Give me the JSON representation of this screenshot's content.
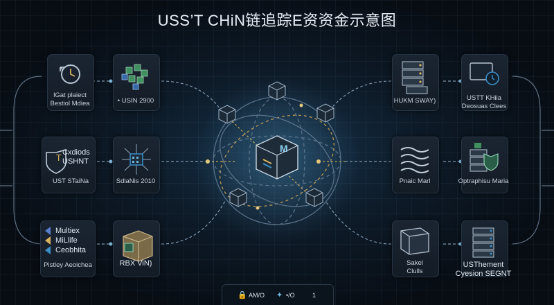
{
  "title": "USS’T CHiN链追踪E资资金示意图",
  "center": {
    "label": "M"
  },
  "left": {
    "cards": [
      {
        "lines": [
          "lGat plaiect",
          "Bestiol Mdiea"
        ],
        "icon": "refresh-clock-icon"
      },
      {
        "lines": [
          "• USIN 2900"
        ],
        "icon": "cube-cluster-icon"
      },
      {
        "lines": [
          "Cxdiods",
          "USHNT"
        ],
        "icon": "shield-icon"
      },
      {
        "lines": [
          "UST STaiNa"
        ],
        "icon": "circuit-board-icon"
      },
      {
        "lines": [
          "SdlaNis 2010"
        ],
        "icon": "network-chip-icon"
      },
      {
        "lines": [
          "Multiex",
          "MiLlife",
          "Ceobhita"
        ],
        "icon": "triangle-list-icon"
      },
      {
        "lines": [
          "Pistley Aeoichea"
        ],
        "icon": "wallet-icon"
      },
      {
        "lines": [
          "RBX ViN)"
        ],
        "icon": "package-box-icon"
      }
    ]
  },
  "right": {
    "cards": [
      {
        "lines": [
          "HUKM SWAY)"
        ],
        "icon": "server-rack-icon"
      },
      {
        "lines": [
          "USTT KHiia",
          "Deosuas Clees"
        ],
        "icon": "monitor-clock-icon"
      },
      {
        "lines": [
          "Pnaic Marl"
        ],
        "icon": "wave-lines-icon"
      },
      {
        "lines": [
          "Optraphisu Maria"
        ],
        "icon": "server-shield-icon"
      },
      {
        "lines": [
          "Sakel",
          "Clulls"
        ],
        "icon": "folder-stack-icon"
      },
      {
        "lines": [
          "USThement",
          "Cyesion SEGNT"
        ],
        "icon": "server-stack-icon"
      }
    ]
  },
  "footer": {
    "items": [
      "AM/O",
      "•/O",
      "1"
    ],
    "icons": [
      "lock-icon",
      "key-icon"
    ]
  },
  "colors": {
    "accent": "#3a8fc8",
    "gold": "#d7b25a",
    "line": "#5d7084",
    "bg": "#0a1119"
  }
}
